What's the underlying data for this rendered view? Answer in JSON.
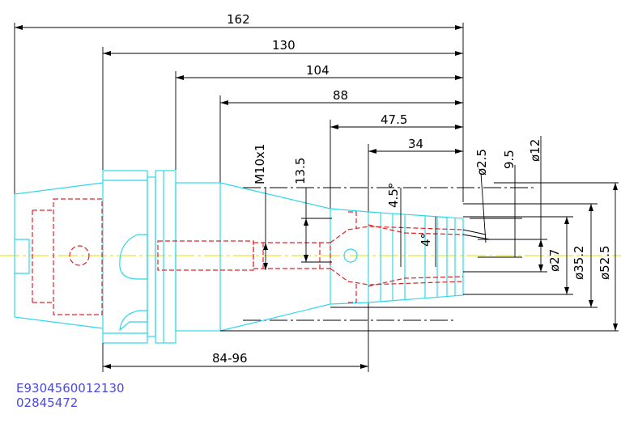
{
  "dimensions": {
    "len_162": "162",
    "len_130": "130",
    "len_104": "104",
    "len_88": "88",
    "len_47_5": "47.5",
    "len_34": "34",
    "len_84_96": "84-96",
    "thread": "M10x1",
    "d13_5": "13.5",
    "angle_4_5": "4.5°",
    "angle_4": "4°",
    "dia_2_5": "ø2.5",
    "d9_5": "9.5",
    "dia_12": "ø12",
    "dia_27": "ø27",
    "dia_35_2": "ø35.2",
    "dia_52_5": "ø52.5"
  },
  "part_codes": {
    "line1": "E9304560012130",
    "line2": "02845472"
  },
  "colors": {
    "outline": "#2fd8e8",
    "hidden": "#e0242a",
    "centerline": "#e8e000",
    "dimension": "#000000",
    "code": "#4a4ae0"
  }
}
